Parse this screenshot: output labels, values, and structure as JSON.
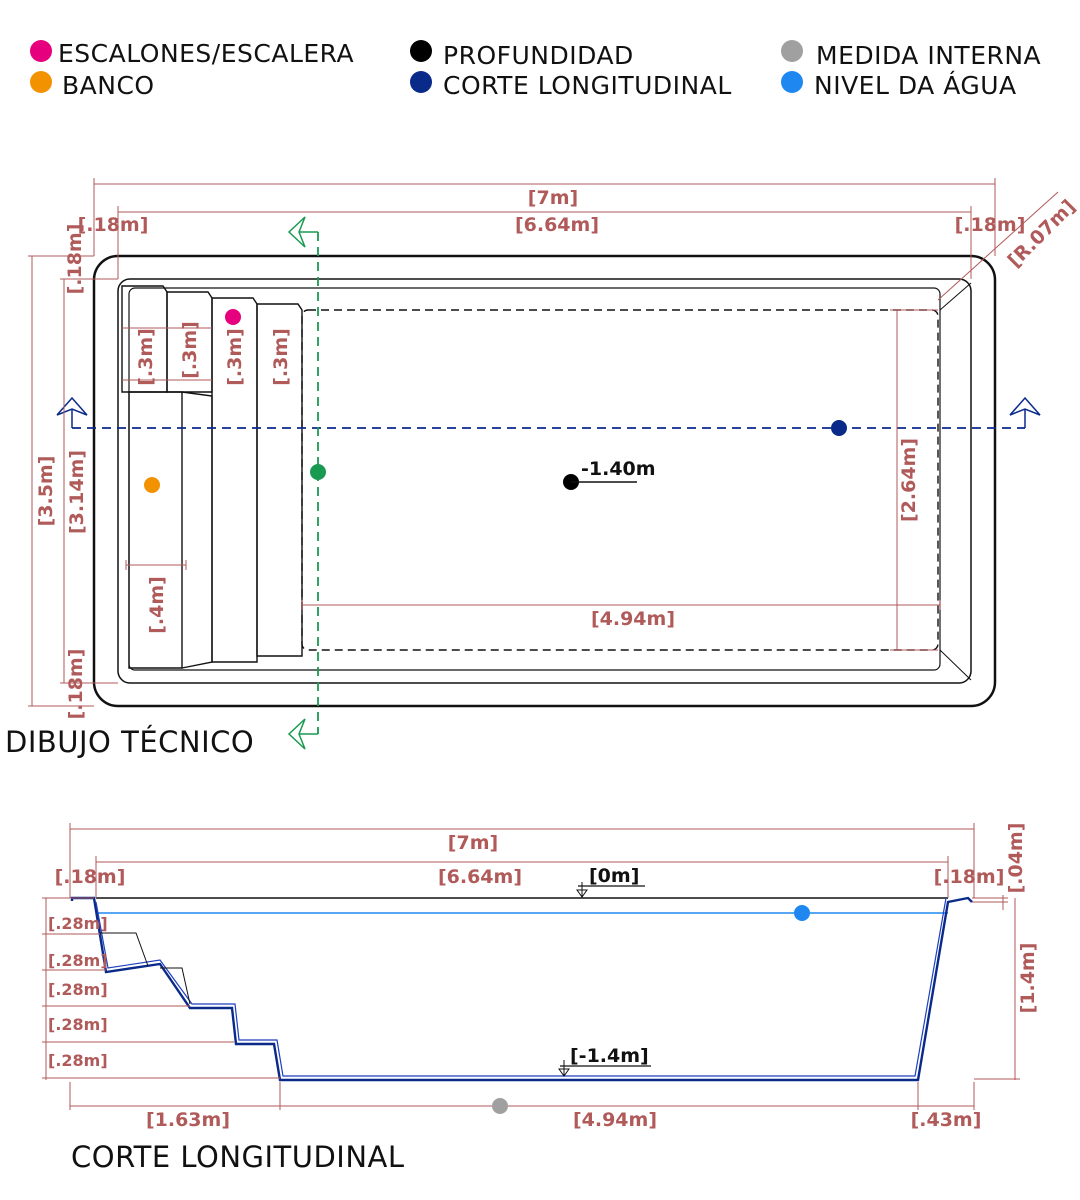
{
  "colors": {
    "steps": "#e6007e",
    "bench": "#f39200",
    "depth": "#000000",
    "section": "#0a2a8a",
    "internal": "#a0a0a0",
    "water": "#1e88f0",
    "dimension": "#b05a5a",
    "cut": "#1a9a50"
  },
  "legend": [
    {
      "label": "ESCALONES/ESCALERA",
      "color": "#e6007e"
    },
    {
      "label": "BANCO",
      "color": "#f39200"
    },
    {
      "label": "PROFUNDIDAD",
      "color": "#000000"
    },
    {
      "label": "CORTE LONGITUDINAL",
      "color": "#0a2a8a"
    },
    {
      "label": "MEDIDA INTERNA",
      "color": "#a0a0a0"
    },
    {
      "label": "NIVEL DA ÁGUA",
      "color": "#1e88f0"
    }
  ],
  "plan": {
    "title": "DIBUJO TÉCNICO",
    "dims": {
      "total_length": "[7m]",
      "inner_length": "[6.64m]",
      "rim_left": "[.18m]",
      "rim_right": "[.18m]",
      "radius": "[R.07m]",
      "rim_top": "[.18m]",
      "total_width": "[3.5m]",
      "inner_width": "[3.14m]",
      "rim_bottom": "[.18m]",
      "step1": "[.3m]",
      "step2": "[.3m]",
      "step3": "[.3m]",
      "step4": "[.3m]",
      "bench_width": "[.4m]",
      "deep_width": "[2.64m]",
      "deep_length": "[4.94m]"
    },
    "depth_label": "-1.40m"
  },
  "section": {
    "title": "CORTE LONGITUDINAL",
    "dims": {
      "total_length": "[7m]",
      "inner_length": "[6.64m]",
      "rim_left": "[.18m]",
      "rim_right": "[.18m]",
      "rim_height": "[.04m]",
      "depth": "[1.4m]",
      "riser1": "[.28m]",
      "riser2": "[.28m]",
      "riser3": "[.28m]",
      "riser4": "[.28m]",
      "riser5": "[.28m]",
      "steps_length": "[1.63m]",
      "floor_length": "[4.94m]",
      "slope_length": "[.43m]"
    },
    "level_top": "[0m]",
    "level_bottom": "[-1.4m]"
  }
}
